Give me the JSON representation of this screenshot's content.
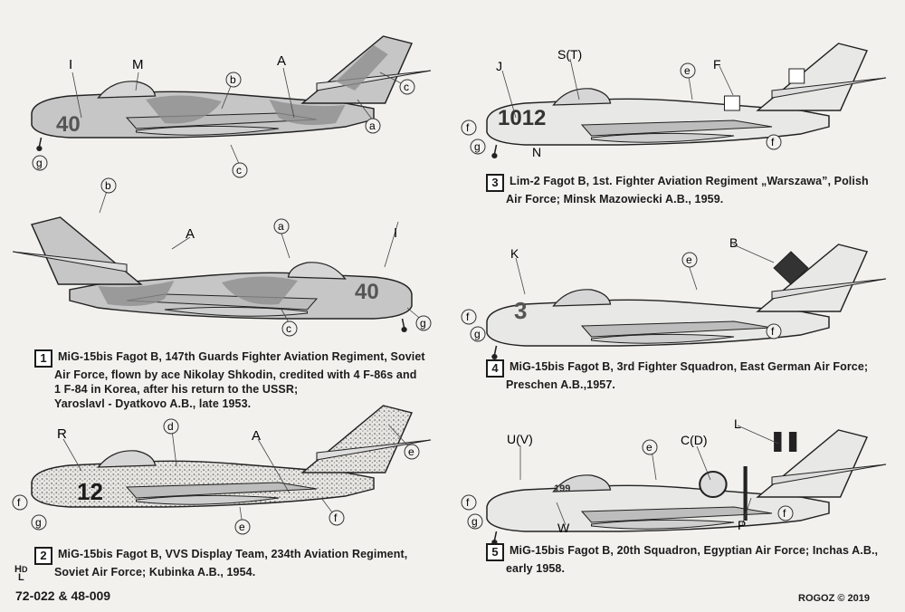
{
  "profiles": [
    {
      "id": 1,
      "labels": {
        "I": "I",
        "M": "M",
        "A": "A",
        "b": "b",
        "c": "c",
        "a": "a",
        "g": "g"
      },
      "side_number": "40",
      "caption_number": "1",
      "caption_lines": [
        "MiG-15bis Fagot B, 147th  Guards Fighter Aviation Regiment, Soviet",
        "Air Force, flown  by ace Nikolay Shkodin, credited  with 4 F-86s and",
        "1 F-84 in Korea, after his return  to  the  USSR;",
        "Yaroslavl - Dyatkovo A.B., late 1953."
      ]
    },
    {
      "id": 2,
      "labels": {
        "R": "R",
        "d": "d",
        "A": "A",
        "e": "e",
        "f": "f",
        "g": "g"
      },
      "side_number": "12",
      "caption_number": "2",
      "caption_lines": [
        "MiG-15bis Fagot B, VVS Display Team, 234th Aviation Regiment,",
        "Soviet Air Force; Kubinka A.B., 1954."
      ]
    },
    {
      "id": 3,
      "labels": {
        "J": "J",
        "ST": "S(T)",
        "e": "e",
        "F": "F",
        "f": "f",
        "g": "g",
        "N": "N"
      },
      "side_number": "1012",
      "caption_number": "3",
      "caption_lines": [
        "Lim-2 Fagot B, 1st. Fighter Aviation Regiment „Warszawa”, Polish",
        "Air Force; Minsk Mazowiecki A.B., 1959."
      ]
    },
    {
      "id": 4,
      "labels": {
        "K": "K",
        "B": "B",
        "e": "e",
        "f": "f",
        "g": "g"
      },
      "side_number": "3",
      "caption_number": "4",
      "caption_lines": [
        "MiG-15bis Fagot B, 3rd Fighter Squadron, East German Air Force;",
        "Preschen A.B.,1957."
      ]
    },
    {
      "id": 5,
      "labels": {
        "UV": "U(V)",
        "CD": "C(D)",
        "L": "L",
        "e": "e",
        "f": "f",
        "g": "g",
        "W": "W",
        "P": "P"
      },
      "side_number": "199",
      "caption_number": "5",
      "caption_lines": [
        "MiG-15bis Fagot B, 20th Squadron, Egyptian Air Force; Inchas A.B.,",
        "early 1958."
      ]
    }
  ],
  "top_view_labels": {
    "b": "b",
    "A": "A",
    "a": "a",
    "I": "I",
    "c": "c",
    "g": "g",
    "side_number": "40"
  },
  "footer": {
    "product_code": "72-022 & 48-009",
    "brand_h": "H",
    "brand_d": "D",
    "brand_l": "L",
    "copyright": "ROGOZ © 2019"
  },
  "colors": {
    "paper": "#f2f1ee",
    "camo_light": "#c9c9c9",
    "camo_dark": "#8f8f8f",
    "ink": "#1b1b1b"
  }
}
